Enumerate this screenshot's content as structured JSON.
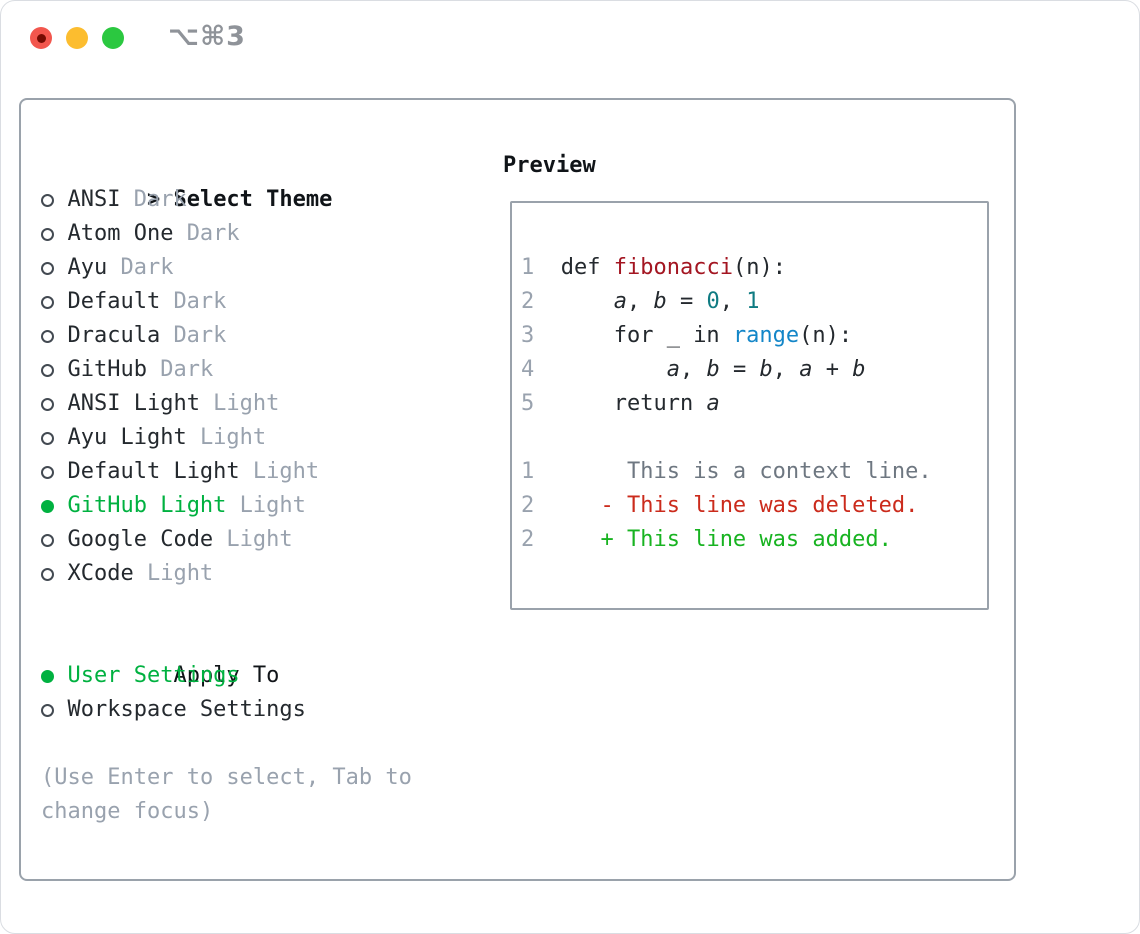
{
  "window": {
    "title": "⌥⌘3"
  },
  "theme_panel": {
    "prompt_marker": ">",
    "title": "Select Theme",
    "themes": [
      {
        "name": "ANSI",
        "variant": "Dark",
        "selected": false
      },
      {
        "name": "Atom One",
        "variant": "Dark",
        "selected": false
      },
      {
        "name": "Ayu",
        "variant": "Dark",
        "selected": false
      },
      {
        "name": "Default",
        "variant": "Dark",
        "selected": false
      },
      {
        "name": "Dracula",
        "variant": "Dark",
        "selected": false
      },
      {
        "name": "GitHub",
        "variant": "Dark",
        "selected": false
      },
      {
        "name": "ANSI Light",
        "variant": "Light",
        "selected": false
      },
      {
        "name": "Ayu Light",
        "variant": "Light",
        "selected": false
      },
      {
        "name": "Default Light",
        "variant": "Light",
        "selected": false
      },
      {
        "name": "GitHub Light",
        "variant": "Light",
        "selected": true
      },
      {
        "name": "Google Code",
        "variant": "Light",
        "selected": false
      },
      {
        "name": "XCode",
        "variant": "Light",
        "selected": false
      }
    ],
    "apply_to": {
      "label": "Apply To",
      "options": [
        {
          "name": "User Settings",
          "selected": true
        },
        {
          "name": "Workspace Settings",
          "selected": false
        }
      ]
    },
    "hint": "(Use Enter to select, Tab to change focus)"
  },
  "preview": {
    "title": "Preview",
    "lines": [
      [
        [
          "1",
          "ln"
        ],
        [
          "  def ",
          "p"
        ],
        [
          "fibonacci",
          "fn"
        ],
        [
          "(n):",
          "p"
        ]
      ],
      [
        [
          "2",
          "ln"
        ],
        [
          "      ",
          "p"
        ],
        [
          "a",
          "v"
        ],
        [
          ", ",
          "p"
        ],
        [
          "b",
          "v"
        ],
        [
          " = ",
          "p"
        ],
        [
          "0",
          "n"
        ],
        [
          ", ",
          "p"
        ],
        [
          "1",
          "n"
        ]
      ],
      [
        [
          "3",
          "ln"
        ],
        [
          "      for _ in ",
          "p"
        ],
        [
          "range",
          "b"
        ],
        [
          "(n):",
          "p"
        ]
      ],
      [
        [
          "4",
          "ln"
        ],
        [
          "          ",
          "p"
        ],
        [
          "a",
          "v"
        ],
        [
          ", ",
          "p"
        ],
        [
          "b",
          "v"
        ],
        [
          " = ",
          "p"
        ],
        [
          "b",
          "v"
        ],
        [
          ", ",
          "p"
        ],
        [
          "a",
          "v"
        ],
        [
          " + ",
          "p"
        ],
        [
          "b",
          "v"
        ]
      ],
      [
        [
          "5",
          "ln"
        ],
        [
          "      return ",
          "p"
        ],
        [
          "a",
          "v"
        ]
      ],
      [],
      [
        [
          "1",
          "ln"
        ],
        [
          "       This is a context line.",
          "ctx"
        ]
      ],
      [
        [
          "2",
          "ln"
        ],
        [
          "     ",
          "p"
        ],
        [
          "- This line was deleted.",
          "del"
        ]
      ],
      [
        [
          "2",
          "ln"
        ],
        [
          "     ",
          "p"
        ],
        [
          "+ This line was added.",
          "add"
        ]
      ]
    ]
  },
  "colors": {
    "heading": "#101418",
    "text": "#24292e",
    "muted": "#99a2ae",
    "green": "#00b140",
    "border": "#9aa2ab",
    "func": "#a31521",
    "num": "#0f7b82",
    "builtin": "#1386c8",
    "ctx": "#6e7781",
    "del": "#cb2b1c",
    "add": "#18b321",
    "tl_red": "#f2564d",
    "tl_red_core": "#750b02",
    "tl_yellow": "#fcbd2f",
    "tl_green": "#2bc840",
    "title": "#8f9399"
  }
}
